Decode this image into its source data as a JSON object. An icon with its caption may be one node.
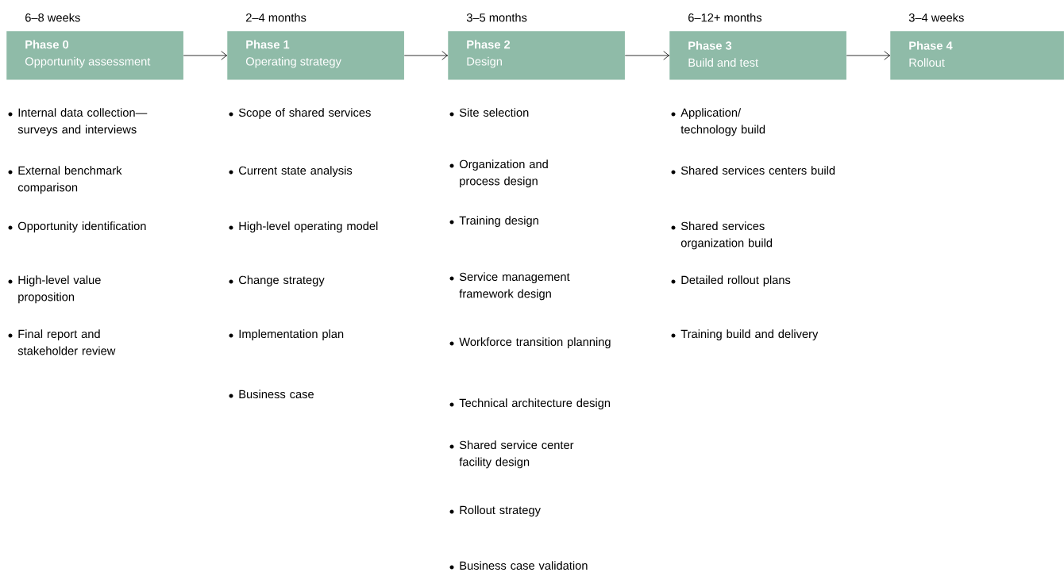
{
  "diagram": {
    "nodes": [
      {
        "text": [
          "Phase 0",
          "Opportunity assessment"
        ],
        "beside": [
          "6–8 weeks"
        ]
      },
      {
        "text": [
          "Phase 1",
          "Operating strategy"
        ],
        "beside": [
          "2–4 months"
        ]
      },
      {
        "text": [
          "Phase 2",
          "Design"
        ],
        "beside": [
          "3–5 months"
        ]
      },
      {
        "text": [
          "Phase 3",
          "Build and test"
        ],
        "beside": [
          "6–12+ months"
        ]
      },
      {
        "text": [
          "Phase 4",
          "Rollout"
        ],
        "beside": [
          "3–4 weeks"
        ]
      }
    ],
    "edges": [
      {
        "from": 0,
        "to": 1,
        "arrow": "to"
      },
      {
        "from": 1,
        "to": 2,
        "arrow": "to"
      },
      {
        "from": 2,
        "to": 3,
        "arrow": "to"
      },
      {
        "from": 3,
        "to": 4,
        "arrow": "to"
      }
    ],
    "labels": [
      "Internal data collection— surveys and interviews",
      "External benchmark comparison",
      "Opportunity identification",
      "High-level value proposition",
      "Final report and stakeholder review",
      "Scope of shared services",
      "Current state analysis",
      "High-level operating model",
      "Change strategy",
      "Implementation plan",
      "Business case",
      "Site selection",
      "Organization and process design",
      "Training design",
      "Service management framework design",
      "Workforce transition planning",
      "Technical architecture design",
      "Shared service center facility design",
      "Rollout strategy",
      "Business case validation",
      "Application/ technology build",
      "Shared services centers build",
      "Shared services organization build",
      "Detailed rollout plans",
      "Training build and delivery"
    ]
  }
}
